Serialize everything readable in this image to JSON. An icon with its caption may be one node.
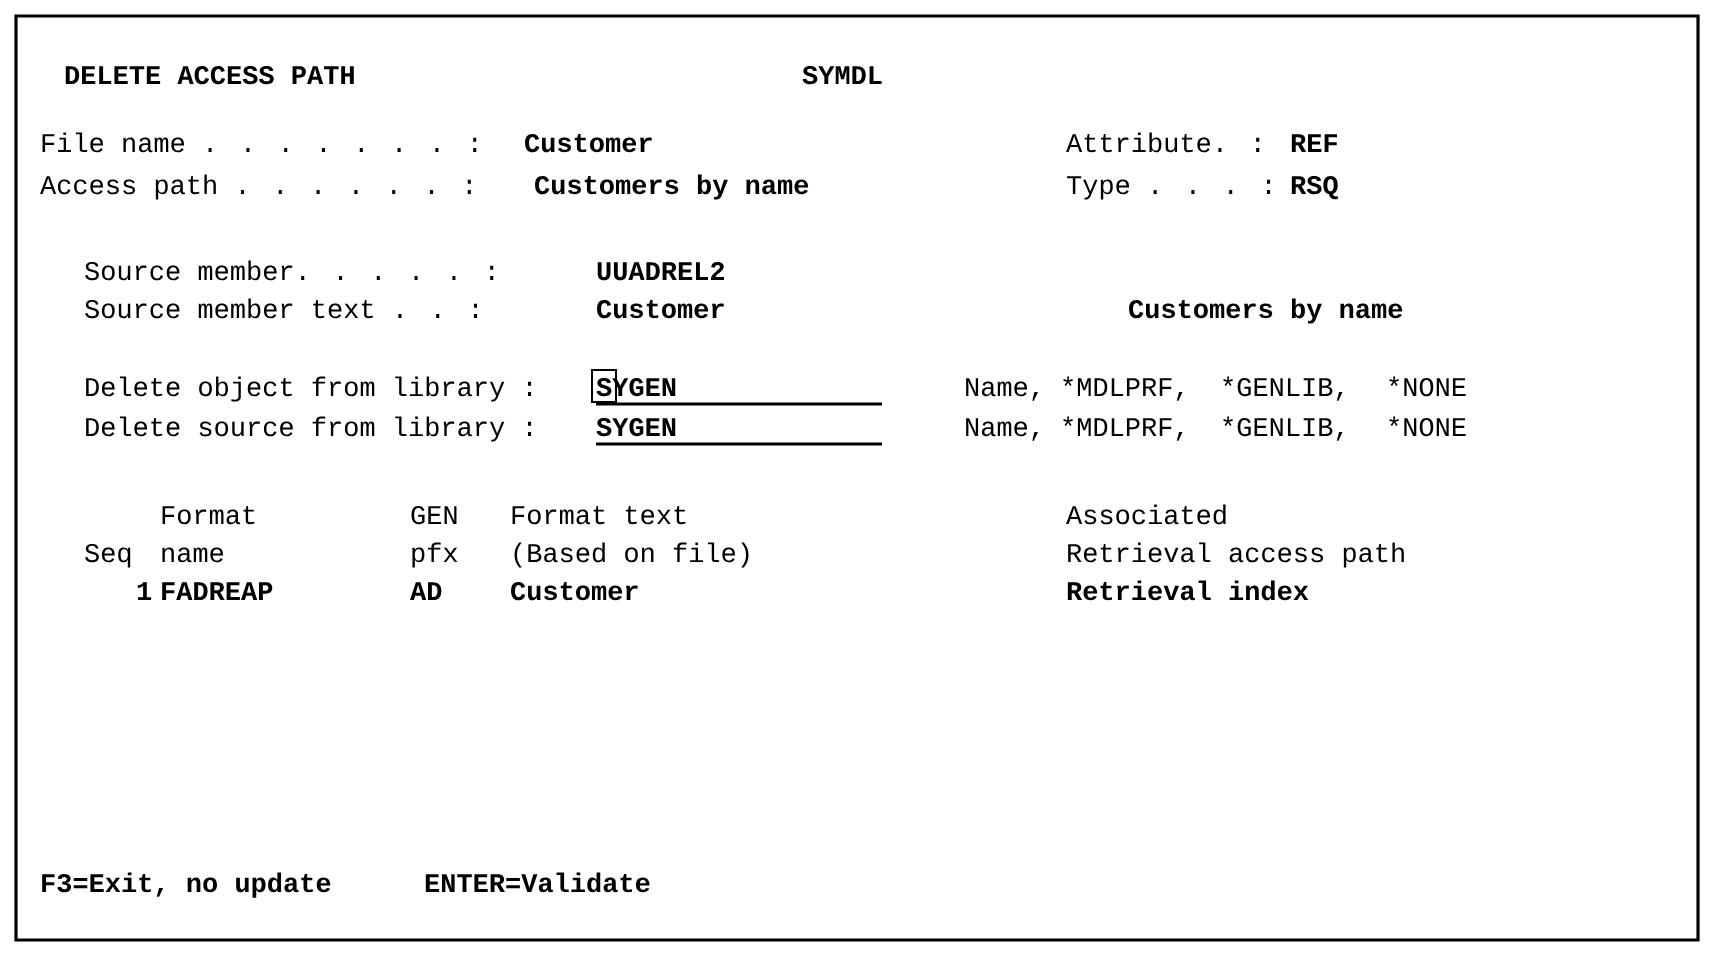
{
  "diagram": {
    "title": "DELETE ACCESS PATH",
    "labels": [
      "SYMDL",
      "File name . . . . . . . :",
      "Customer",
      "Attribute. :",
      "REF",
      "Access path . . . . . . :",
      "Customers by name",
      "Type . . . :",
      "RSQ",
      "Source member. . . . . :",
      "UUADREL2",
      "Source member text . . :",
      "Customer",
      "Customers by name",
      "Delete object from library :",
      "SYGEN",
      "Name,",
      "*MDLPRF,",
      "*GENLIB,",
      "*NONE",
      "Delete source from library :",
      "SYGEN",
      "Name,",
      "*MDLPRF,",
      "*GENLIB,",
      "*NONE",
      "Format",
      "GEN",
      "Format text",
      "Associated",
      "Seq",
      "name",
      "pfx",
      "(Based on file)",
      "Retrieval access path",
      "1",
      "FADREAP",
      "AD",
      "Customer",
      "Retrieval index",
      "F3=Exit, no update",
      "ENTER=Validate"
    ]
  }
}
